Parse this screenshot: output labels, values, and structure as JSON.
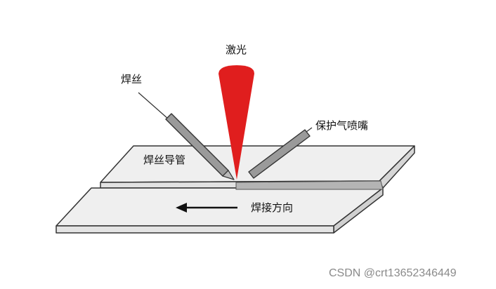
{
  "labels": {
    "laser": "激光",
    "wire": "焊丝",
    "nozzle": "保护气喷嘴",
    "wire_guide": "焊丝导管",
    "direction": "焊接方向"
  },
  "watermark": "CSDN @crt13652346449",
  "colors": {
    "laser": "#e01e1e",
    "plate_fill": "#efefef",
    "plate_stroke": "#333333",
    "seam": "#b4b4b4",
    "rod": "#9a9a9a"
  }
}
